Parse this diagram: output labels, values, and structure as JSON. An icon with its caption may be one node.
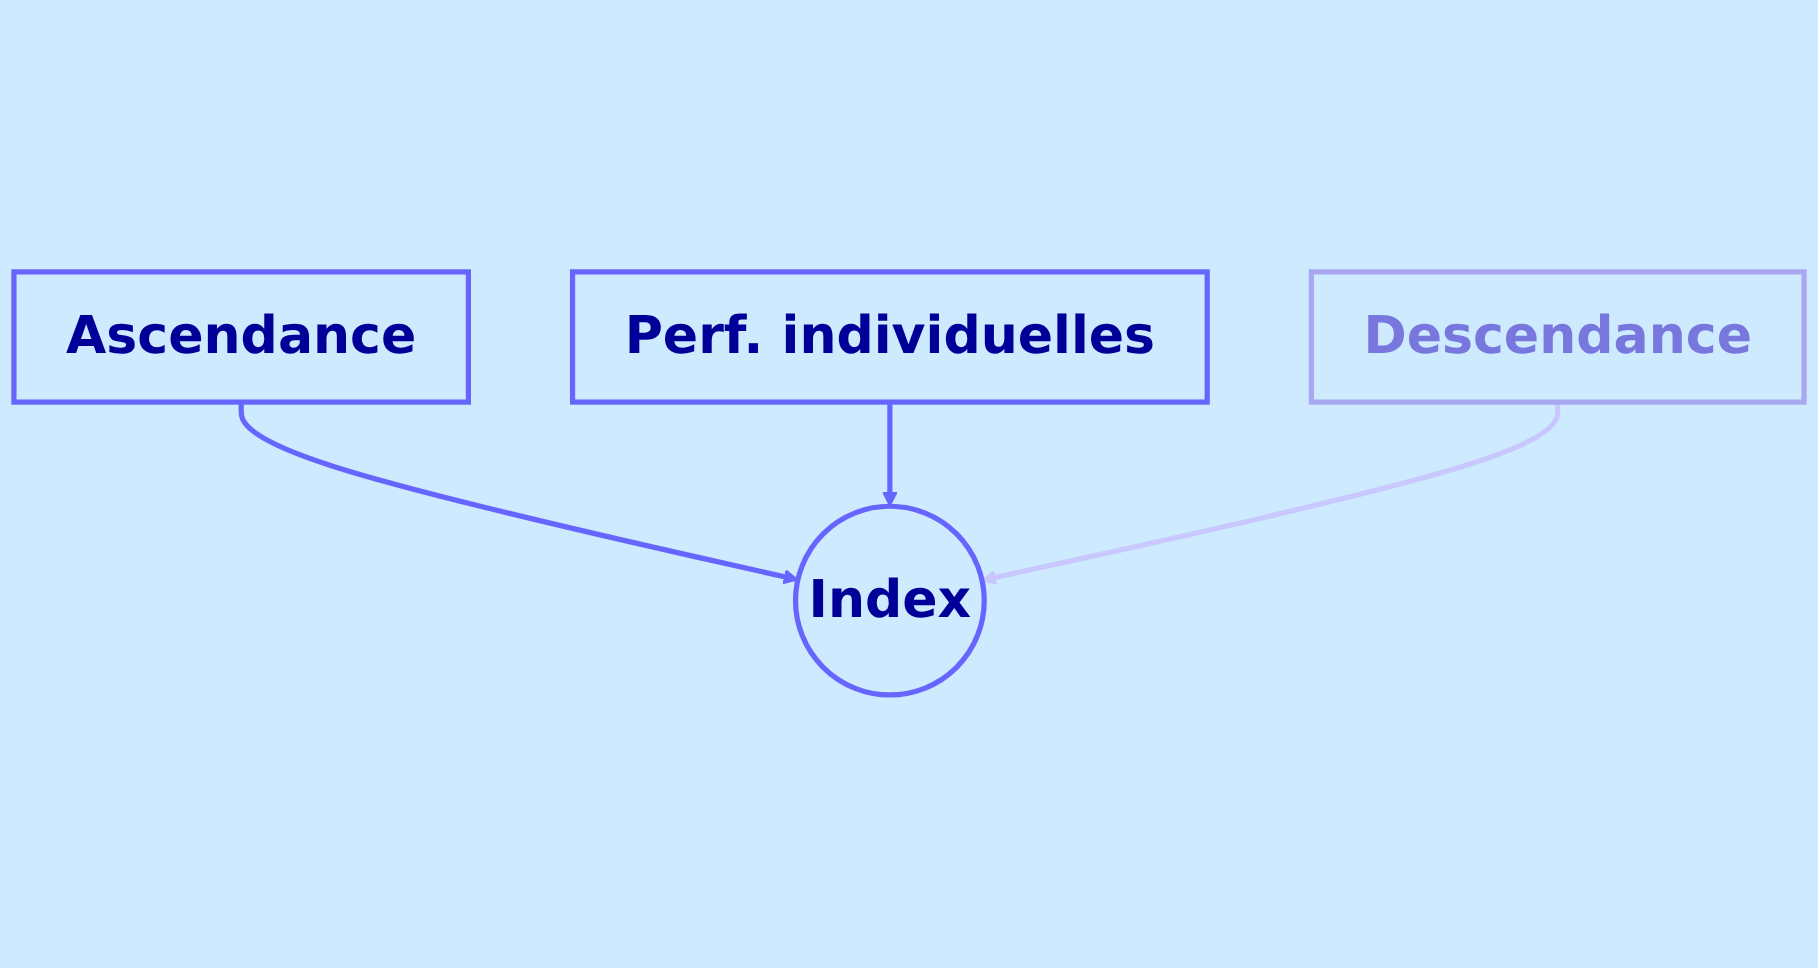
{
  "diagram": {
    "nodes": [
      {
        "text": [
          "Ascendance"
        ]
      },
      {
        "text": [
          "Index"
        ]
      },
      {
        "text": [
          "Perf. individuelles"
        ]
      },
      {
        "text": [
          "Descendance"
        ]
      }
    ],
    "edges": [
      {
        "from": 0,
        "to": 1,
        "arrow": "to"
      },
      {
        "from": 2,
        "to": 1,
        "arrow": "to"
      },
      {
        "from": 3,
        "to": 1,
        "arrow": "to",
        "color": "#c8c8ff"
      }
    ]
  }
}
